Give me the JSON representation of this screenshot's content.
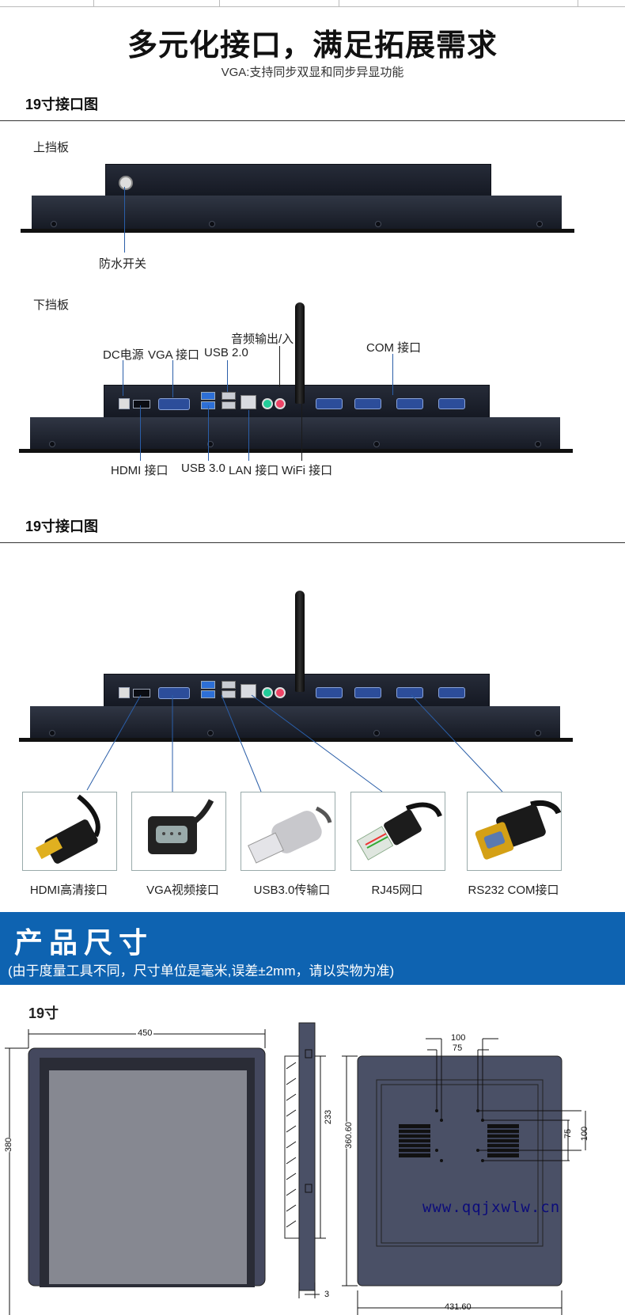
{
  "header": {
    "title": "多元化接口，满足拓展需求",
    "subtitle": "VGA:支持同步双显和同步异显功能"
  },
  "section1": {
    "title": "19寸接口图",
    "top_panel_label": "上挡板",
    "waterproof_switch": "防水开关",
    "bottom_panel_label": "下挡板",
    "callouts_top": {
      "dc": "DC电源",
      "vga": "VGA 接口",
      "usb2": "USB 2.0",
      "audio": "音频输出/入",
      "com": "COM 接口"
    },
    "callouts_bottom": {
      "hdmi": "HDMI 接口",
      "usb3": "USB 3.0",
      "lan": "LAN 接口",
      "wifi": "WiFi 接口"
    }
  },
  "section2": {
    "title": "19寸接口图",
    "thumbnails": [
      {
        "label": "HDMI高清接口",
        "icon": "hdmi-cable-icon"
      },
      {
        "label": "VGA视频接口",
        "icon": "vga-cable-icon"
      },
      {
        "label": "USB3.0传输口",
        "icon": "usb-plug-icon"
      },
      {
        "label": "RJ45网口",
        "icon": "rj45-plug-icon"
      },
      {
        "label": "RS232 COM接口",
        "icon": "rs232-plug-icon"
      }
    ]
  },
  "banner": {
    "title": "产品尺寸",
    "subtitle": "(由于度量工具不同，尺寸单位是毫米,误差±2mm，请以实物为准)"
  },
  "dimensions": {
    "size_label": "19寸",
    "front_width": "450",
    "front_height": "380",
    "side_height": "233",
    "side_depth": "3",
    "back_height": "360.60",
    "back_width": "431.60",
    "vesa_100_top": "100",
    "vesa_75_top": "75",
    "vesa_75_side": "75",
    "vesa_100_side": "100"
  },
  "watermark": "www.qqjxwlw.cn",
  "colors": {
    "banner": "#0e63b1",
    "callout_line": "#2a5ea8",
    "device": "#1c202b"
  }
}
